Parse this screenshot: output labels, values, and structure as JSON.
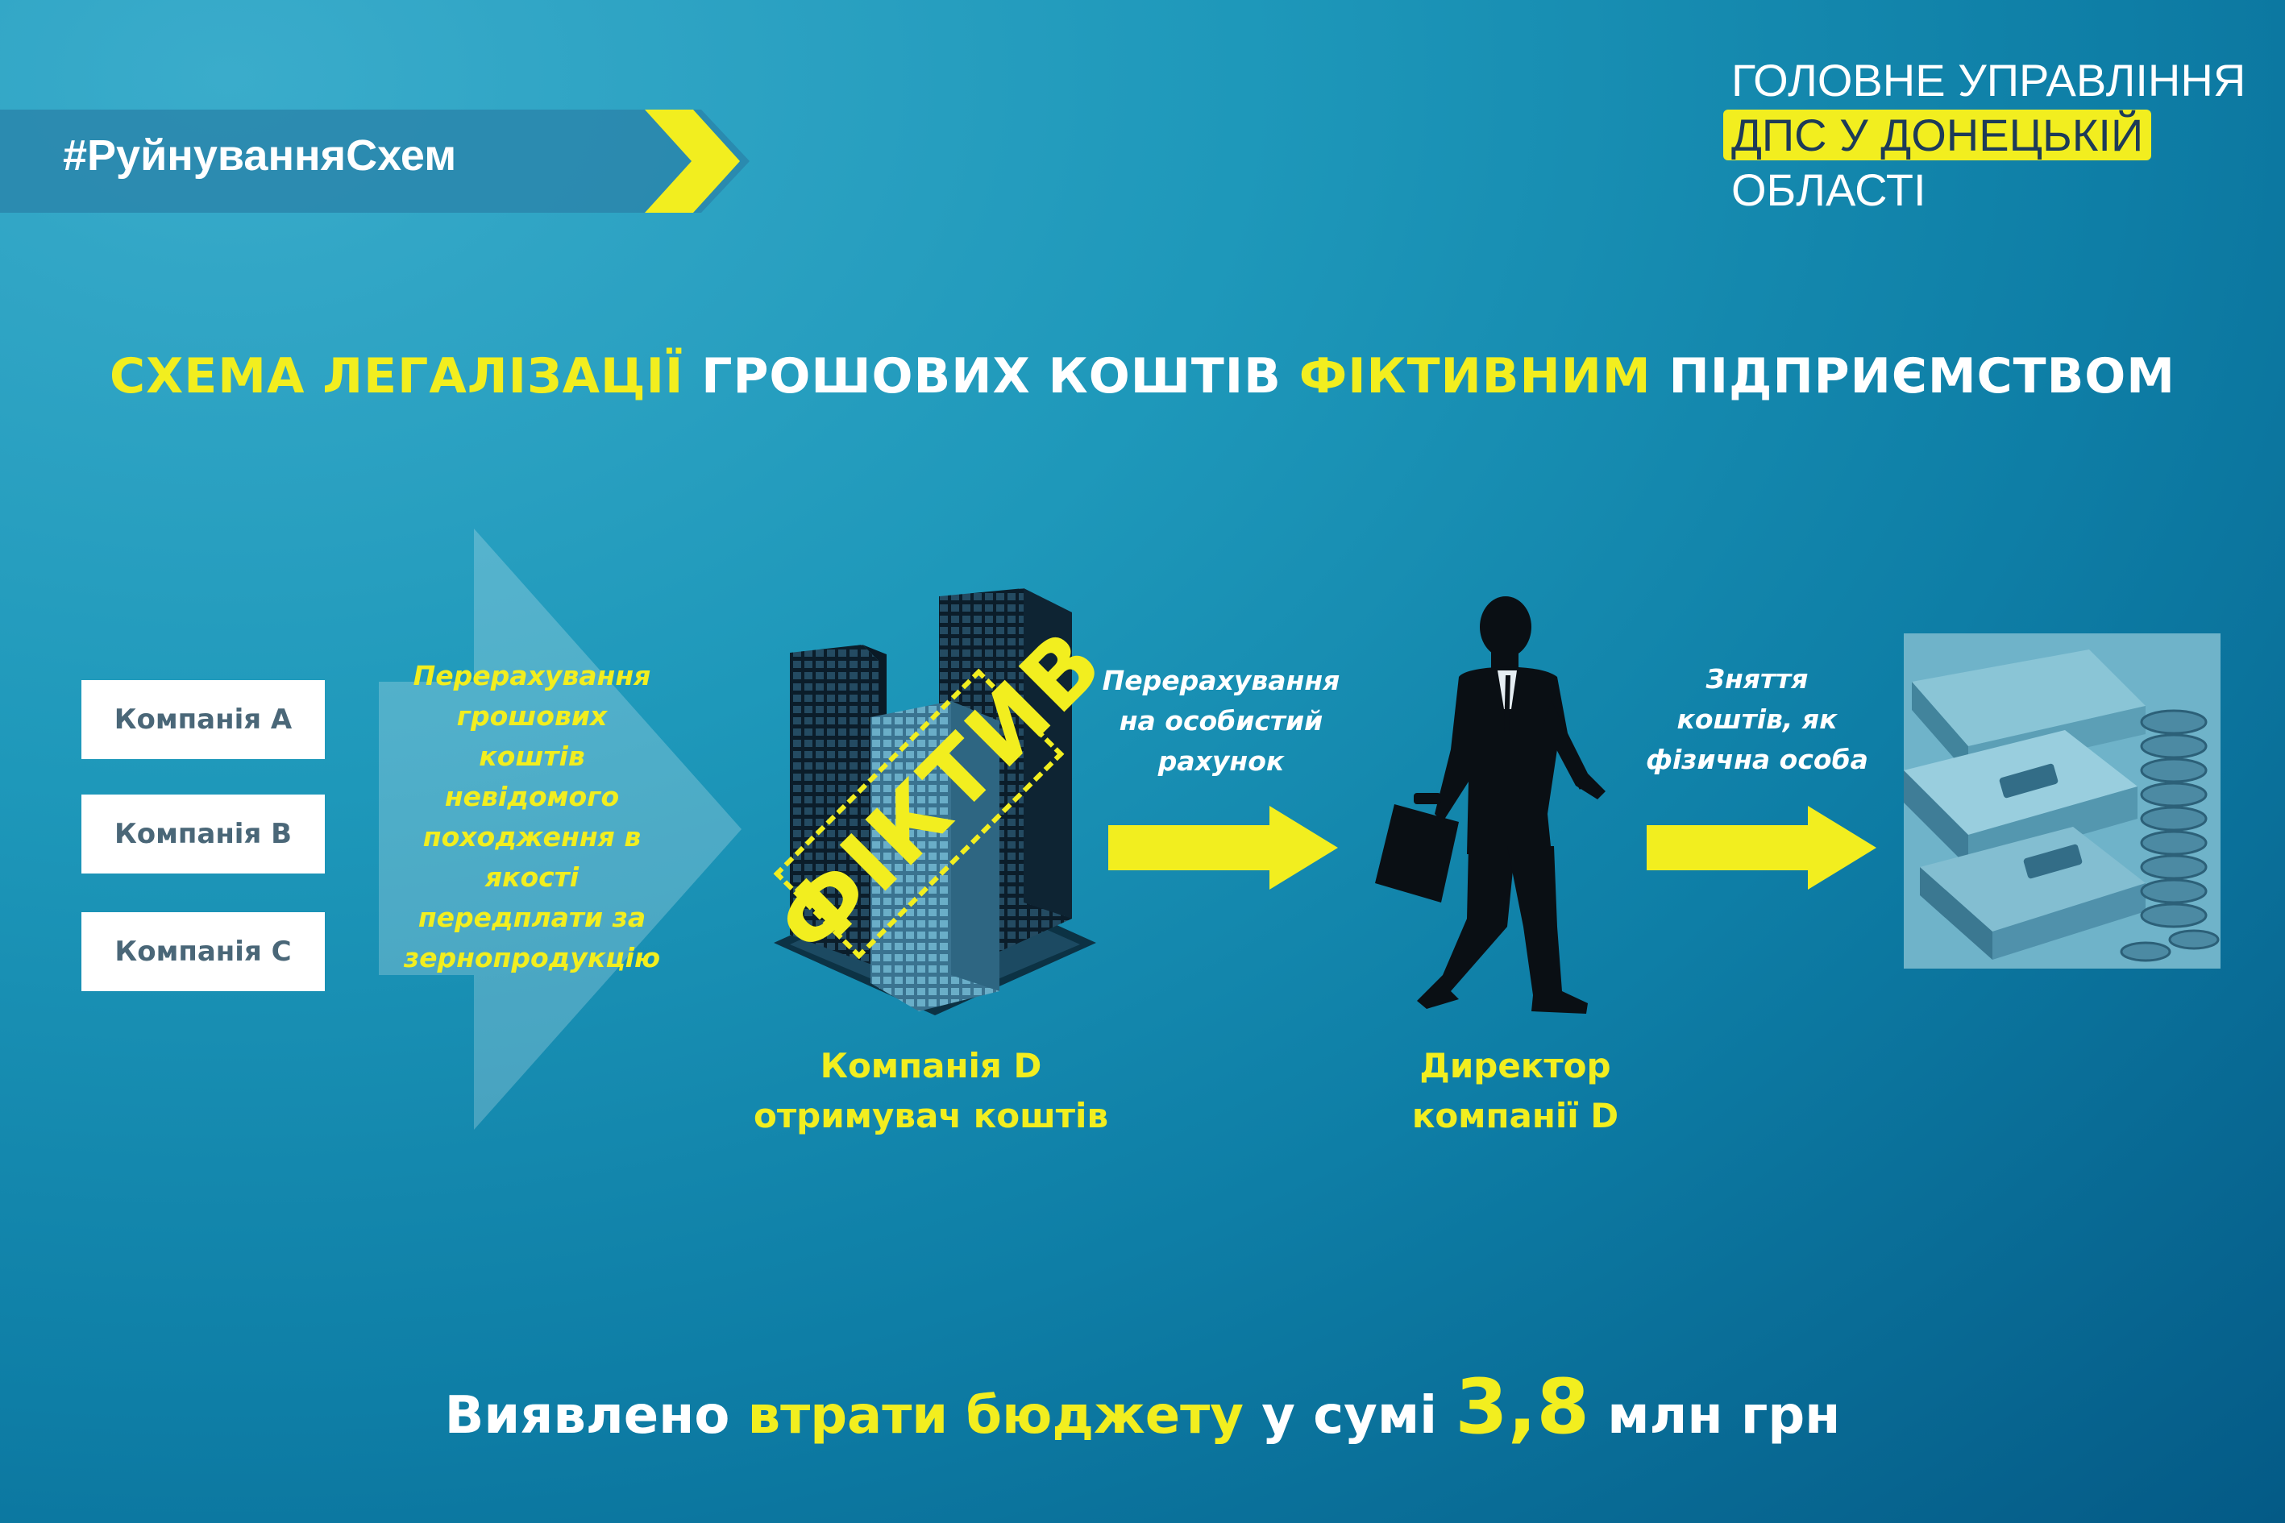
{
  "header": {
    "hashtag": "#РуйнуванняСхем",
    "org_line1": "ГОЛОВНЕ УПРАВЛІННЯ",
    "org_line2": "ДПС У ДОНЕЦЬКІЙ",
    "org_line3": "ОБЛАСТІ"
  },
  "title": {
    "part1": "СХЕМА ЛЕГАЛІЗАЦІЇ",
    "part2": " ГРОШОВИХ КОШТІВ ",
    "part3": "ФІКТИВНИМ",
    "part4": " ПІДПРИЄМСТВОМ"
  },
  "companies": [
    "Компанія А",
    "Компанія В",
    "Компанія С"
  ],
  "steps": {
    "transfer_lines": [
      "Перерахування",
      "грошових",
      "коштів",
      "невідомого",
      "походження в",
      "якості",
      "передплати за",
      "зернопродукцію"
    ],
    "stamp": "ФІКТИВ",
    "company_d_line1": "Компанія D",
    "company_d_line2": "отримувач коштів",
    "personal_lines": [
      "Перерахування",
      "на особистий",
      "рахунок"
    ],
    "director_line1": "Директор",
    "director_line2": "компанії D",
    "withdraw_lines": [
      "Зняття",
      "коштів, як",
      "фізична особа"
    ]
  },
  "footer": {
    "part1": "Виявлено ",
    "part2": "втрати бюджету",
    "part3": " у сумі ",
    "amount": "3,8",
    "part4": " млн грн"
  },
  "colors": {
    "accent_yellow": "#f2ee1f",
    "background_dark": "#045a86",
    "background_light": "#3aaccb",
    "box_text": "#4a6778"
  }
}
